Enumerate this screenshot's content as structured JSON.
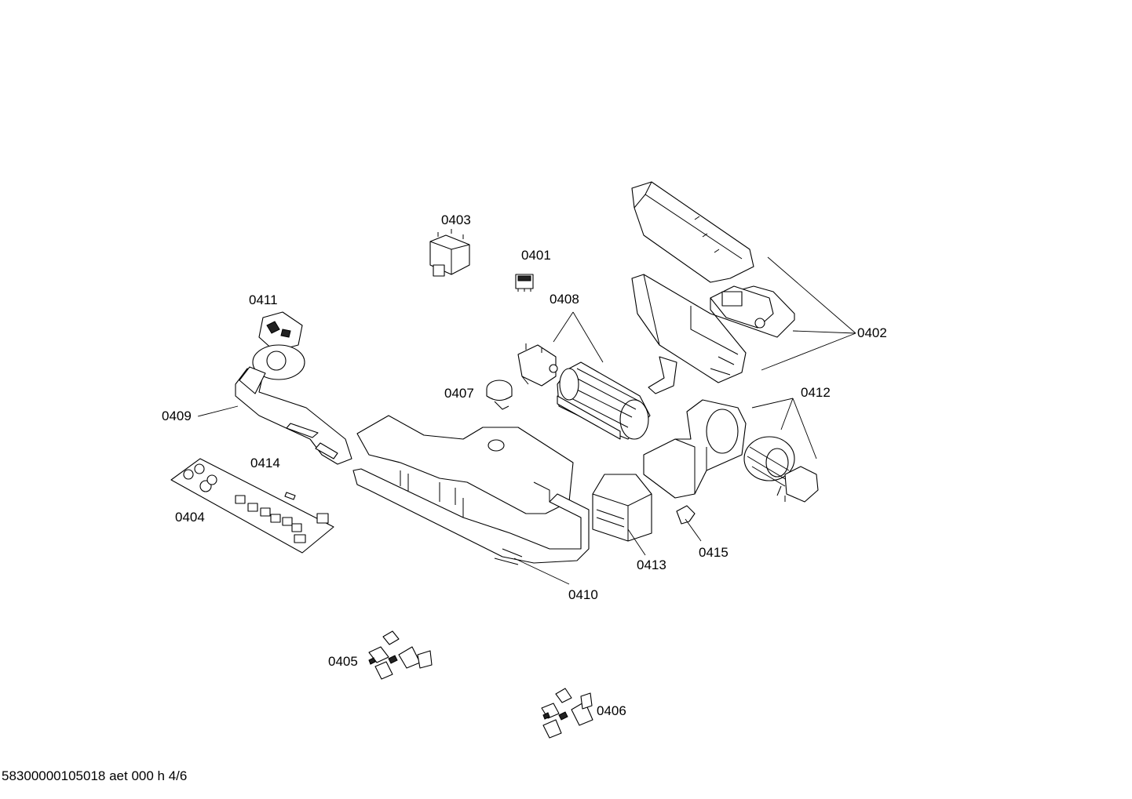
{
  "labels": {
    "p0401": "0401",
    "p0402": "0402",
    "p0403": "0403",
    "p0404": "0404",
    "p0405": "0405",
    "p0406": "0406",
    "p0407": "0407",
    "p0408": "0408",
    "p0409": "0409",
    "p0410": "0410",
    "p0411": "0411",
    "p0412": "0412",
    "p0413": "0413",
    "p0414": "0414",
    "p0415": "0415"
  },
  "footer": "58300000105018 aet 000 h 4/6"
}
